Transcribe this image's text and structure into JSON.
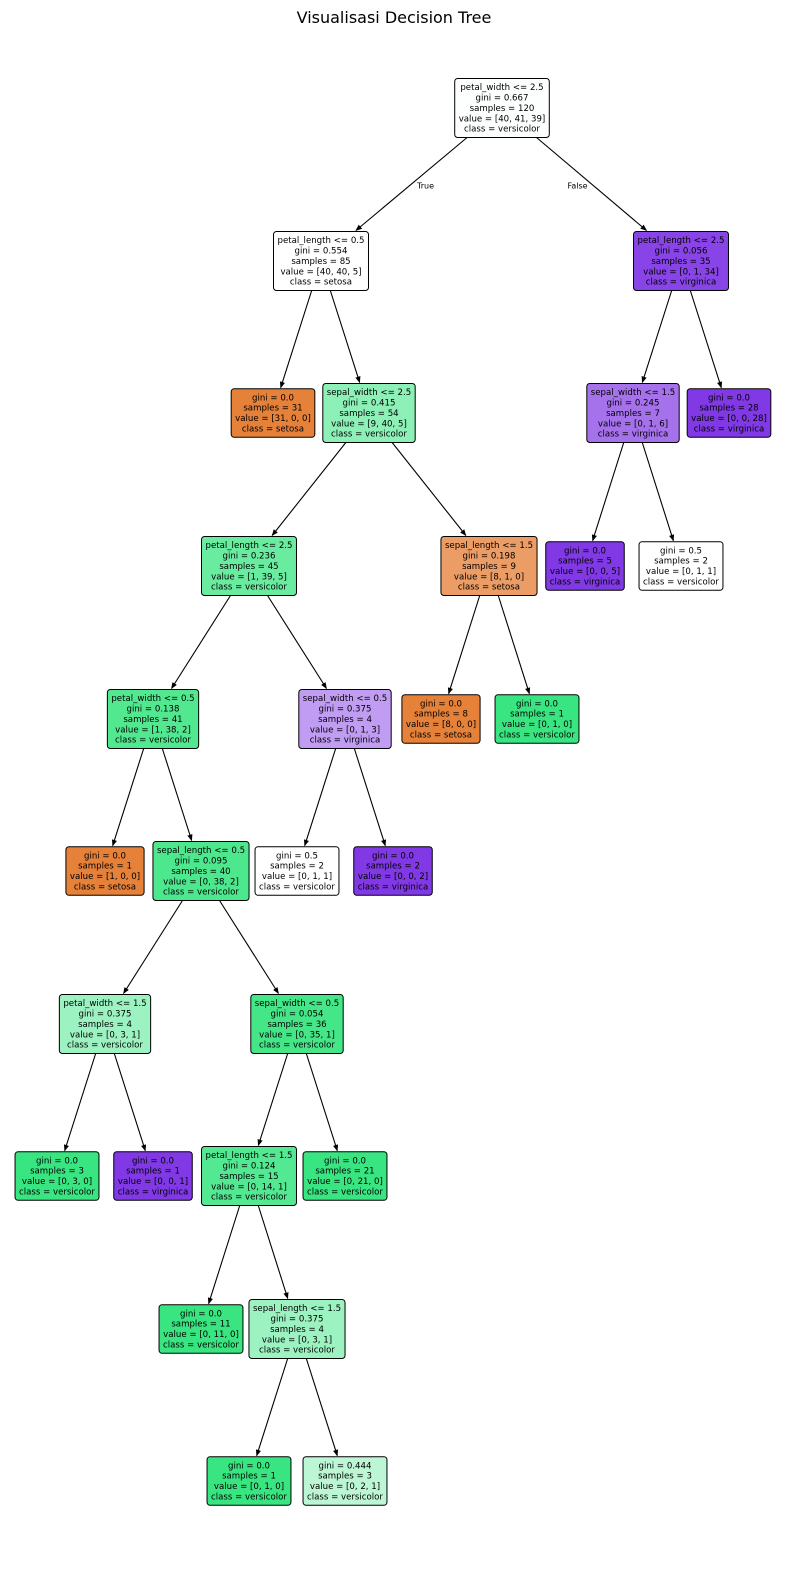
{
  "title": "Visualisasi Decision Tree",
  "colors": {
    "setosa": "#e58139",
    "versicolor": "#39e581",
    "virginica": "#8139e5",
    "border": "#000000",
    "edge": "#000000"
  },
  "edge_labels": {
    "true": "True",
    "false": "False"
  },
  "nodes": [
    {
      "id": 0,
      "lines": [
        "petal_width <= 2.5",
        "gini = 0.667",
        "samples = 120",
        "value = [40, 41, 39]",
        "class = versicolor"
      ],
      "value": [
        40,
        41,
        39
      ],
      "class": "versicolor"
    },
    {
      "id": 1,
      "lines": [
        "petal_length <= 0.5",
        "gini = 0.554",
        "samples = 85",
        "value = [40, 40, 5]",
        "class = setosa"
      ],
      "value": [
        40,
        40,
        5
      ],
      "class": "setosa"
    },
    {
      "id": 2,
      "lines": [
        "gini = 0.0",
        "samples = 31",
        "value = [31, 0, 0]",
        "class = setosa"
      ],
      "value": [
        31,
        0,
        0
      ],
      "class": "setosa"
    },
    {
      "id": 3,
      "lines": [
        "sepal_width <= 2.5",
        "gini = 0.415",
        "samples = 54",
        "value = [9, 40, 5]",
        "class = versicolor"
      ],
      "value": [
        9,
        40,
        5
      ],
      "class": "versicolor"
    },
    {
      "id": 4,
      "lines": [
        "petal_length <= 2.5",
        "gini = 0.236",
        "samples = 45",
        "value = [1, 39, 5]",
        "class = versicolor"
      ],
      "value": [
        1,
        39,
        5
      ],
      "class": "versicolor"
    },
    {
      "id": 5,
      "lines": [
        "petal_width <= 0.5",
        "gini = 0.138",
        "samples = 41",
        "value = [1, 38, 2]",
        "class = versicolor"
      ],
      "value": [
        1,
        38,
        2
      ],
      "class": "versicolor"
    },
    {
      "id": 6,
      "lines": [
        "gini = 0.0",
        "samples = 1",
        "value = [1, 0, 0]",
        "class = setosa"
      ],
      "value": [
        1,
        0,
        0
      ],
      "class": "setosa"
    },
    {
      "id": 7,
      "lines": [
        "sepal_length <= 0.5",
        "gini = 0.095",
        "samples = 40",
        "value = [0, 38, 2]",
        "class = versicolor"
      ],
      "value": [
        0,
        38,
        2
      ],
      "class": "versicolor"
    },
    {
      "id": 8,
      "lines": [
        "petal_width <= 1.5",
        "gini = 0.375",
        "samples = 4",
        "value = [0, 3, 1]",
        "class = versicolor"
      ],
      "value": [
        0,
        3,
        1
      ],
      "class": "versicolor"
    },
    {
      "id": 9,
      "lines": [
        "gini = 0.0",
        "samples = 3",
        "value = [0, 3, 0]",
        "class = versicolor"
      ],
      "value": [
        0,
        3,
        0
      ],
      "class": "versicolor"
    },
    {
      "id": 10,
      "lines": [
        "gini = 0.0",
        "samples = 1",
        "value = [0, 0, 1]",
        "class = virginica"
      ],
      "value": [
        0,
        0,
        1
      ],
      "class": "virginica"
    },
    {
      "id": 11,
      "lines": [
        "sepal_width <= 0.5",
        "gini = 0.054",
        "samples = 36",
        "value = [0, 35, 1]",
        "class = versicolor"
      ],
      "value": [
        0,
        35,
        1
      ],
      "class": "versicolor"
    },
    {
      "id": 12,
      "lines": [
        "petal_length <= 1.5",
        "gini = 0.124",
        "samples = 15",
        "value = [0, 14, 1]",
        "class = versicolor"
      ],
      "value": [
        0,
        14,
        1
      ],
      "class": "versicolor"
    },
    {
      "id": 13,
      "lines": [
        "gini = 0.0",
        "samples = 11",
        "value = [0, 11, 0]",
        "class = versicolor"
      ],
      "value": [
        0,
        11,
        0
      ],
      "class": "versicolor"
    },
    {
      "id": 14,
      "lines": [
        "sepal_length <= 1.5",
        "gini = 0.375",
        "samples = 4",
        "value = [0, 3, 1]",
        "class = versicolor"
      ],
      "value": [
        0,
        3,
        1
      ],
      "class": "versicolor"
    },
    {
      "id": 15,
      "lines": [
        "gini = 0.0",
        "samples = 1",
        "value = [0, 1, 0]",
        "class = versicolor"
      ],
      "value": [
        0,
        1,
        0
      ],
      "class": "versicolor"
    },
    {
      "id": 16,
      "lines": [
        "gini = 0.444",
        "samples = 3",
        "value = [0, 2, 1]",
        "class = versicolor"
      ],
      "value": [
        0,
        2,
        1
      ],
      "class": "versicolor"
    },
    {
      "id": 17,
      "lines": [
        "gini = 0.0",
        "samples = 21",
        "value = [0, 21, 0]",
        "class = versicolor"
      ],
      "value": [
        0,
        21,
        0
      ],
      "class": "versicolor"
    },
    {
      "id": 18,
      "lines": [
        "sepal_width <= 0.5",
        "gini = 0.375",
        "samples = 4",
        "value = [0, 1, 3]",
        "class = virginica"
      ],
      "value": [
        0,
        1,
        3
      ],
      "class": "virginica"
    },
    {
      "id": 19,
      "lines": [
        "gini = 0.5",
        "samples = 2",
        "value = [0, 1, 1]",
        "class = versicolor"
      ],
      "value": [
        0,
        1,
        1
      ],
      "class": "versicolor"
    },
    {
      "id": 20,
      "lines": [
        "gini = 0.0",
        "samples = 2",
        "value = [0, 0, 2]",
        "class = virginica"
      ],
      "value": [
        0,
        0,
        2
      ],
      "class": "virginica"
    },
    {
      "id": 21,
      "lines": [
        "sepal_length <= 1.5",
        "gini = 0.198",
        "samples = 9",
        "value = [8, 1, 0]",
        "class = setosa"
      ],
      "value": [
        8,
        1,
        0
      ],
      "class": "setosa"
    },
    {
      "id": 22,
      "lines": [
        "gini = 0.0",
        "samples = 8",
        "value = [8, 0, 0]",
        "class = setosa"
      ],
      "value": [
        8,
        0,
        0
      ],
      "class": "setosa"
    },
    {
      "id": 23,
      "lines": [
        "gini = 0.0",
        "samples = 1",
        "value = [0, 1, 0]",
        "class = versicolor"
      ],
      "value": [
        0,
        1,
        0
      ],
      "class": "versicolor"
    },
    {
      "id": 24,
      "lines": [
        "petal_length <= 2.5",
        "gini = 0.056",
        "samples = 35",
        "value = [0, 1, 34]",
        "class = virginica"
      ],
      "value": [
        0,
        1,
        34
      ],
      "class": "virginica"
    },
    {
      "id": 25,
      "lines": [
        "sepal_width <= 1.5",
        "gini = 0.245",
        "samples = 7",
        "value = [0, 1, 6]",
        "class = virginica"
      ],
      "value": [
        0,
        1,
        6
      ],
      "class": "virginica"
    },
    {
      "id": 26,
      "lines": [
        "gini = 0.0",
        "samples = 5",
        "value = [0, 0, 5]",
        "class = virginica"
      ],
      "value": [
        0,
        0,
        5
      ],
      "class": "virginica"
    },
    {
      "id": 27,
      "lines": [
        "gini = 0.5",
        "samples = 2",
        "value = [0, 1, 1]",
        "class = versicolor"
      ],
      "value": [
        0,
        1,
        1
      ],
      "class": "versicolor"
    },
    {
      "id": 28,
      "lines": [
        "gini = 0.0",
        "samples = 28",
        "value = [0, 0, 28]",
        "class = virginica"
      ],
      "value": [
        0,
        0,
        28
      ],
      "class": "virginica"
    }
  ],
  "edges": [
    {
      "from": 0,
      "to": 1,
      "label": "true"
    },
    {
      "from": 0,
      "to": 24,
      "label": "false"
    },
    {
      "from": 1,
      "to": 2
    },
    {
      "from": 1,
      "to": 3
    },
    {
      "from": 3,
      "to": 4
    },
    {
      "from": 3,
      "to": 21
    },
    {
      "from": 4,
      "to": 5
    },
    {
      "from": 4,
      "to": 18
    },
    {
      "from": 5,
      "to": 6
    },
    {
      "from": 5,
      "to": 7
    },
    {
      "from": 7,
      "to": 8
    },
    {
      "from": 7,
      "to": 11
    },
    {
      "from": 8,
      "to": 9
    },
    {
      "from": 8,
      "to": 10
    },
    {
      "from": 11,
      "to": 12
    },
    {
      "from": 11,
      "to": 17
    },
    {
      "from": 12,
      "to": 13
    },
    {
      "from": 12,
      "to": 14
    },
    {
      "from": 14,
      "to": 15
    },
    {
      "from": 14,
      "to": 16
    },
    {
      "from": 18,
      "to": 19
    },
    {
      "from": 18,
      "to": 20
    },
    {
      "from": 21,
      "to": 22
    },
    {
      "from": 21,
      "to": 23
    },
    {
      "from": 24,
      "to": 25
    },
    {
      "from": 24,
      "to": 28
    },
    {
      "from": 25,
      "to": 26
    },
    {
      "from": 25,
      "to": 27
    }
  ]
}
